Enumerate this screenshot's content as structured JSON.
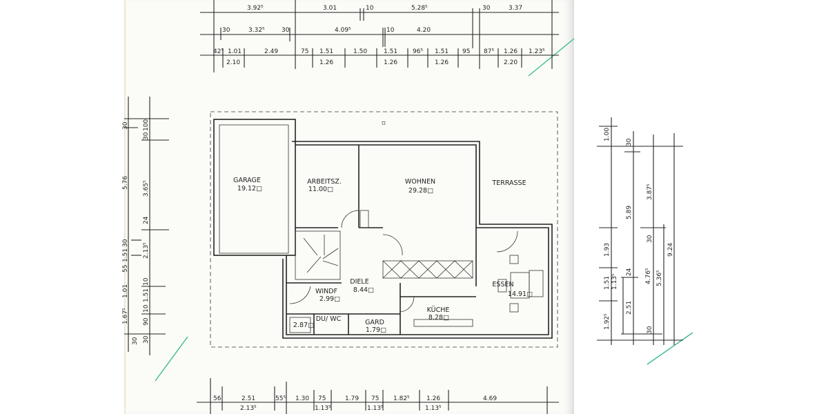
{
  "rooms": {
    "garage": {
      "name": "GARAGE",
      "area": "19.12□"
    },
    "arbeitsz": {
      "name": "ARBEITSZ.",
      "area": "11.00□"
    },
    "wohnen": {
      "name": "WOHNEN",
      "area": "29.28□"
    },
    "terrasse": {
      "name": "TERRASSE"
    },
    "diele": {
      "name": "DIELE",
      "area": "8.44□"
    },
    "windf": {
      "name": "WINDF",
      "area": "2.99□"
    },
    "duwc": {
      "name": "DU/ WC",
      "area": "2.87□"
    },
    "gard": {
      "name": "GARD",
      "area": "1.79□"
    },
    "kueche": {
      "name": "KÜCHE",
      "area": "8.28□"
    },
    "essen": {
      "name": "ESSEN",
      "area": "14.91□"
    }
  },
  "dimensions": {
    "top_row1": [
      "3.92⁵",
      "3.01",
      "10",
      "5.28⁵",
      "30",
      "3.37"
    ],
    "top_row2": [
      "30",
      "3.32⁵",
      "30",
      "4.09⁵",
      "10",
      "4.20"
    ],
    "top_row3_upper": [
      "42⁵",
      "1.01",
      "2.49",
      "75",
      "1.51",
      "1.50",
      "1.51",
      "96⁵",
      "1.51",
      "95",
      "87⁵",
      "1.26",
      "1.23⁵"
    ],
    "top_row3_lower": [
      "2.10",
      "1.26",
      "1.26",
      "1.26",
      "2.20"
    ],
    "bottom_upper": [
      "56",
      "2.51",
      "55⁵",
      "1.30",
      "75",
      "1.79",
      "75",
      "1.82⁵",
      "1.26",
      "4.69"
    ],
    "bottom_lower": [
      "2.13⁵",
      "1.13⁵",
      "1.13⁵",
      "1.13⁵"
    ],
    "left_outer": [
      "30",
      "5.76",
      "1.01",
      "1.67⁵",
      "30"
    ],
    "left_inner": [
      "100",
      "30",
      "3.65⁵",
      "24",
      "2.13⁵",
      "30",
      "1.51",
      "55",
      "10",
      "1.51",
      "10",
      "90",
      "30"
    ],
    "right": [
      "1.00",
      "30",
      "3.87⁵",
      "5.89",
      "1.93",
      "30",
      "9.24",
      "1.51",
      "1.13⁵",
      "24",
      "4.76⁵",
      "5.36⁵",
      "2.51",
      "1.92⁵",
      "30"
    ]
  },
  "colors": {
    "ink": "#222222",
    "paper": "#fbfbf7",
    "pen_marks": "#3dbb8a"
  }
}
